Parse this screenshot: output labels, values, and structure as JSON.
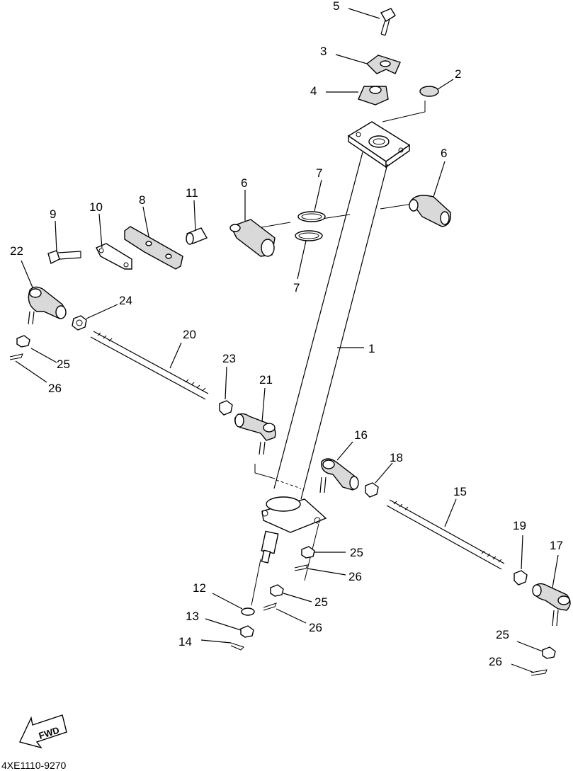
{
  "diagram": {
    "part_labels": {
      "p1": "1",
      "p2": "2",
      "p3": "3",
      "p4": "4",
      "p5": "5",
      "p6a": "6",
      "p6b": "6",
      "p7a": "7",
      "p7b": "7",
      "p8": "8",
      "p9": "9",
      "p10": "10",
      "p11": "11",
      "p12": "12",
      "p13": "13",
      "p14": "14",
      "p15": "15",
      "p16": "16",
      "p17": "17",
      "p18": "18",
      "p19": "19",
      "p20": "20",
      "p21": "21",
      "p22": "22",
      "p23": "23",
      "p24": "24",
      "p25a": "25",
      "p25b": "25",
      "p25c": "25",
      "p25d": "25",
      "p26a": "26",
      "p26b": "26",
      "p26c": "26",
      "p26d": "26"
    },
    "fwd_label": "FWD",
    "drawing_code": "4XE1110-9270"
  }
}
